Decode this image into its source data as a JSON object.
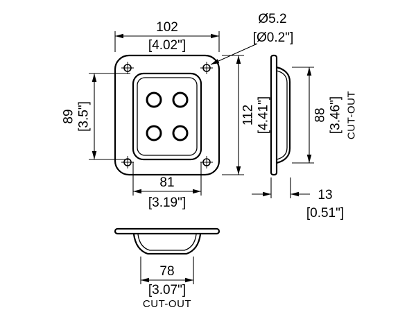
{
  "front_view": {
    "overall_width_mm": "102",
    "overall_width_in": "[4.02\"]",
    "dish_height_mm": "89",
    "dish_height_in": "[3.5\"]",
    "overall_height_mm": "112",
    "overall_height_in": "[4.41\"]",
    "dish_width_mm": "81",
    "dish_width_in": "[3.19\"]",
    "hole_diameter_mm": "Ø5.2",
    "hole_diameter_in": "[Ø0.2\"]"
  },
  "side_view": {
    "cutout_height_mm": "88",
    "cutout_height_in": "[3.46\"]",
    "cutout_label": "CUT-OUT",
    "depth_mm": "13",
    "depth_in": "[0.51\"]"
  },
  "bottom_view": {
    "cutout_width_mm": "78",
    "cutout_width_in": "[3.07\"]",
    "cutout_label": "CUT-OUT"
  },
  "colors": {
    "line_color": "#000000",
    "background": "#ffffff"
  }
}
